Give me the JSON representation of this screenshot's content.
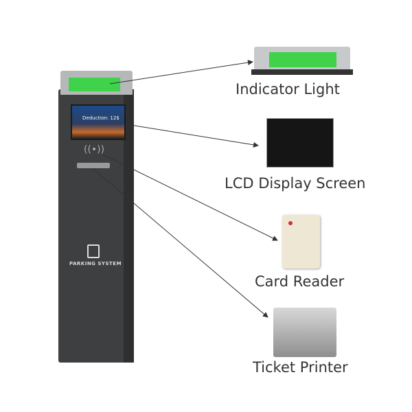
{
  "kiosk": {
    "brand": "PARKING SYSTEM",
    "screen_text": "Deduction: 12$"
  },
  "labels": {
    "indicator_light": "Indicator Light",
    "lcd_display": "LCD Display Screen",
    "card_reader": "Card Reader",
    "ticket_printer": "Ticket Printer"
  },
  "colors": {
    "indicator_green": "#3fd24a",
    "kiosk_body": "#3e3f41"
  }
}
